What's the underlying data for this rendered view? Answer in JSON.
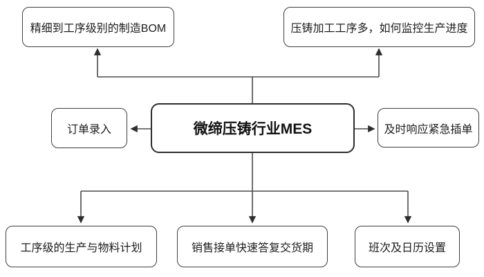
{
  "diagram": {
    "title": "微缔压铸行业MES",
    "nodes": {
      "center": {
        "label": "微缔压铸行业MES"
      },
      "top_left": {
        "label": "精细到工序级别的制造BOM"
      },
      "top_right": {
        "label": "压铸加工工序多，如何监控生产进度"
      },
      "mid_left": {
        "label": "订单录入"
      },
      "mid_right": {
        "label": "及时响应紧急插单"
      },
      "bottom_left": {
        "label": "工序级的生产与物料计划"
      },
      "bottom_center": {
        "label": "销售接单快速答复交货期"
      },
      "bottom_right": {
        "label": "班次及日历设置"
      }
    },
    "edges": [
      {
        "from": "center",
        "to": "top_left"
      },
      {
        "from": "center",
        "to": "top_right"
      },
      {
        "from": "center",
        "to": "mid_left"
      },
      {
        "from": "center",
        "to": "mid_right"
      },
      {
        "from": "center",
        "to": "bottom_left"
      },
      {
        "from": "center",
        "to": "bottom_center"
      },
      {
        "from": "center",
        "to": "bottom_right"
      }
    ],
    "colors": {
      "background": "#ffffff",
      "box_border": "#3d3d3d",
      "center_box_border": "#2b2b2b",
      "line": "#4a4a4a",
      "arrowhead": "#2e2e2e",
      "text": "#1c1c1c"
    }
  }
}
